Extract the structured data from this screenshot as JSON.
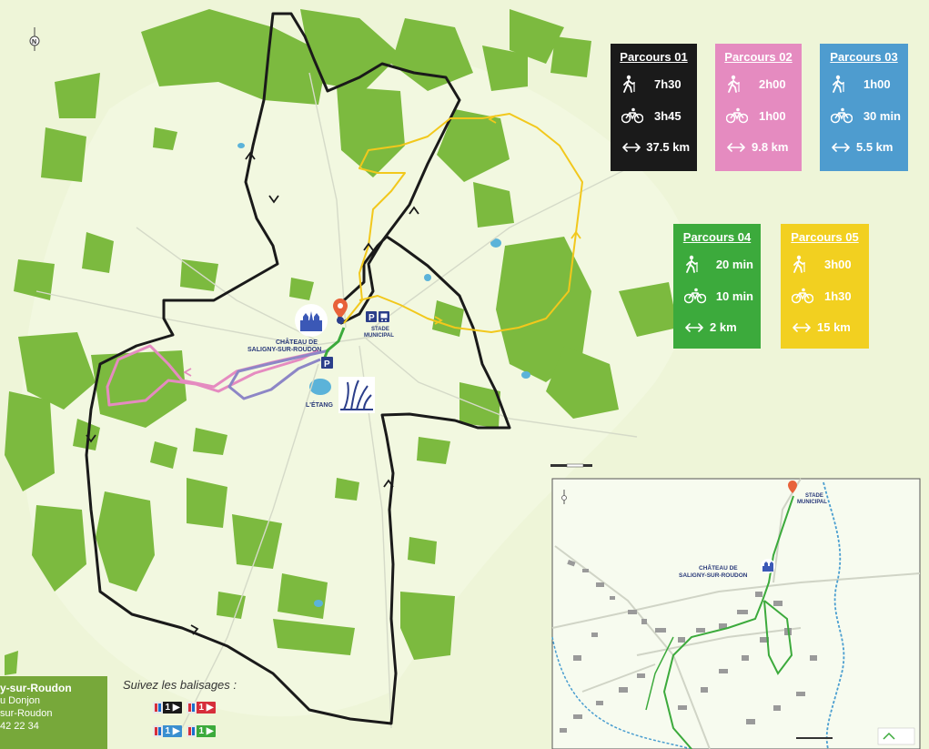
{
  "routes": [
    {
      "id": "01",
      "title": "Parcours 01",
      "walk": "7h30",
      "bike": "3h45",
      "distance": "37.5 km",
      "color": "#1a1a1a"
    },
    {
      "id": "02",
      "title": "Parcours 02",
      "walk": "2h00",
      "bike": "1h00",
      "distance": "9.8 km",
      "color": "#e58bc0"
    },
    {
      "id": "03",
      "title": "Parcours 03",
      "walk": "1h00",
      "bike": "30 min",
      "distance": "5.5 km",
      "color": "#4e9ccf"
    },
    {
      "id": "04",
      "title": "Parcours 04",
      "walk": "20 min",
      "bike": "10 min",
      "distance": "2 km",
      "color": "#3caa3c"
    },
    {
      "id": "05",
      "title": "Parcours 05",
      "walk": "3h00",
      "bike": "1h30",
      "distance": "15 km",
      "color": "#f2d020"
    }
  ],
  "labels": {
    "chateau": [
      "CHÂTEAU DE",
      "SALIGNY-SUR-ROUDON"
    ],
    "stade": [
      "STADE",
      "MUNICIPAL"
    ],
    "etang": "L'ÉTANG",
    "parking": "P"
  },
  "inset": {
    "chateau": [
      "CHÂTEAU DE",
      "SALIGNY-SUR-ROUDON"
    ],
    "stade": [
      "STADE",
      "MUNICIPAL"
    ]
  },
  "contact": {
    "lines": [
      "y-sur-Roudon",
      "u Donjon",
      "sur-Roudon",
      "42 22 34"
    ]
  },
  "balisage": {
    "title": "Suivez les balisages :",
    "marks": [
      {
        "digit": "1",
        "color": "#1a1a1a"
      },
      {
        "digit": "1",
        "color": "#d62e3b"
      },
      {
        "digit": "1",
        "color": "#3a8fd0"
      },
      {
        "digit": "1",
        "color": "#3caa3c"
      }
    ]
  },
  "icons": {
    "north": "north-arrow-icon",
    "walk": "hiker-icon",
    "bike": "bicycle-icon",
    "distance": "double-arrow-icon",
    "castle": "castle-icon",
    "pin": "location-pin-icon",
    "parking": "parking-icon",
    "bus": "bus-icon",
    "reeds": "reeds-icon"
  }
}
